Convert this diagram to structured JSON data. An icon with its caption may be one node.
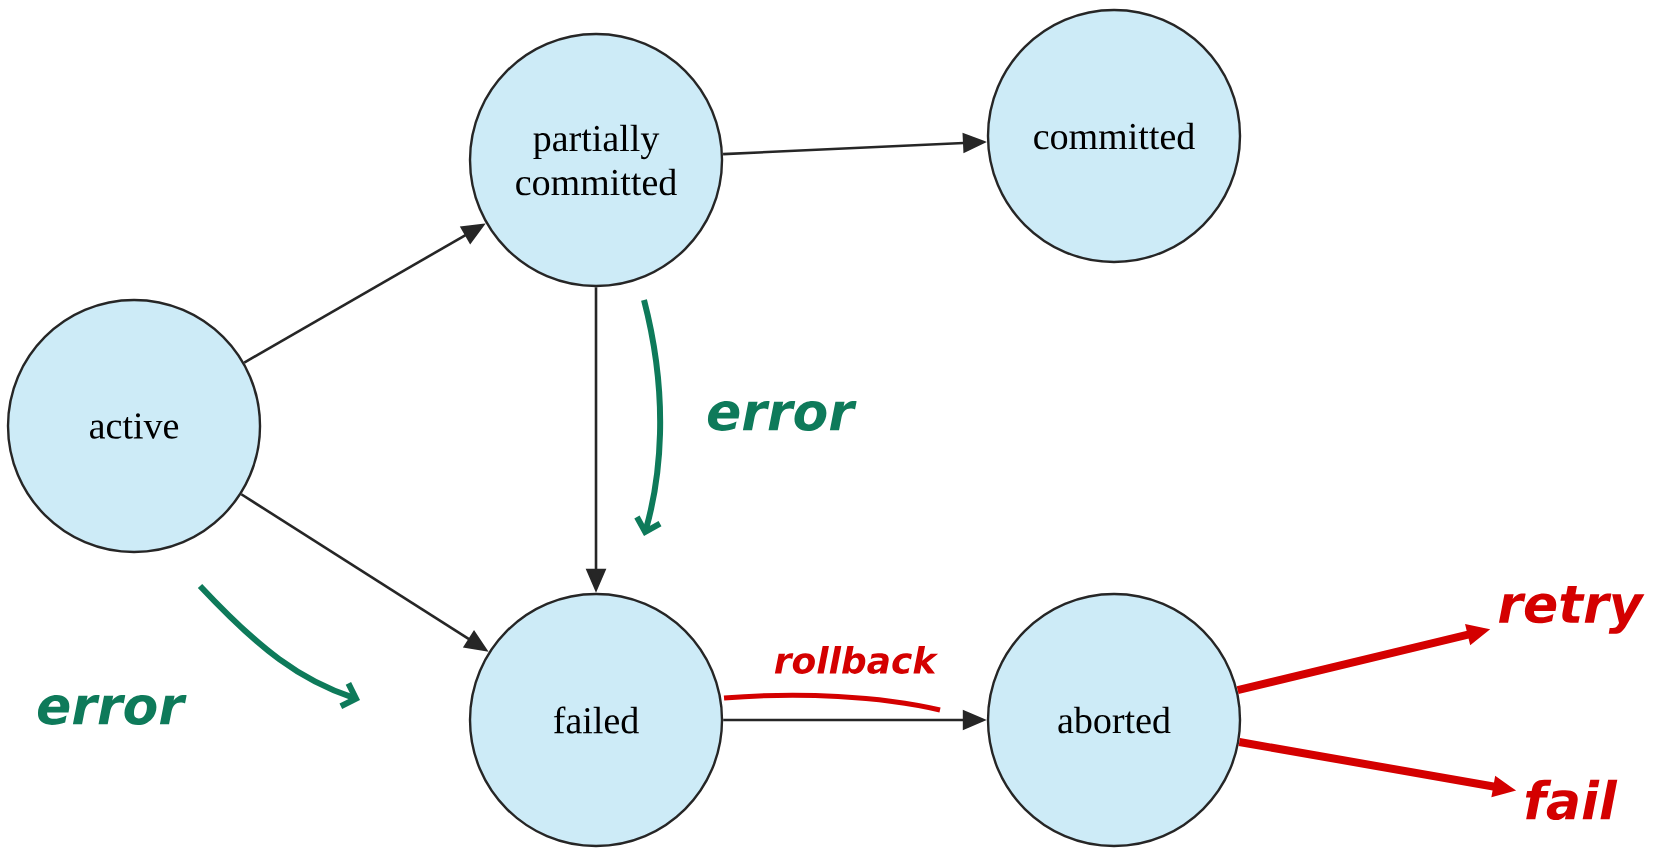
{
  "diagram": {
    "nodes": [
      {
        "text": [
          "active"
        ]
      },
      {
        "text": [
          "partially committed"
        ]
      },
      {
        "text": [
          "committed"
        ]
      },
      {
        "text": [
          "failed"
        ]
      },
      {
        "text": [
          "aborted"
        ]
      },
      {
        "text": [
          "retry"
        ]
      },
      {
        "text": [
          "fail"
        ]
      }
    ],
    "edges": [
      {
        "from": 0,
        "to": 1,
        "arrow": "to"
      },
      {
        "from": 1,
        "to": 2,
        "arrow": "to"
      },
      {
        "from": 0,
        "to": 3,
        "arrow": "to"
      },
      {
        "from": 1,
        "to": 3,
        "arrow": "to"
      },
      {
        "from": 3,
        "to": 4,
        "arrow": "to",
        "label": "rollback"
      },
      {
        "from": 4,
        "to": 5,
        "arrow": "to",
        "color": "#d40000",
        "style": "thick"
      },
      {
        "from": 4,
        "to": 6,
        "arrow": "to",
        "color": "#d40000",
        "style": "thick"
      }
    ],
    "labels": [
      "error",
      "error"
    ]
  }
}
